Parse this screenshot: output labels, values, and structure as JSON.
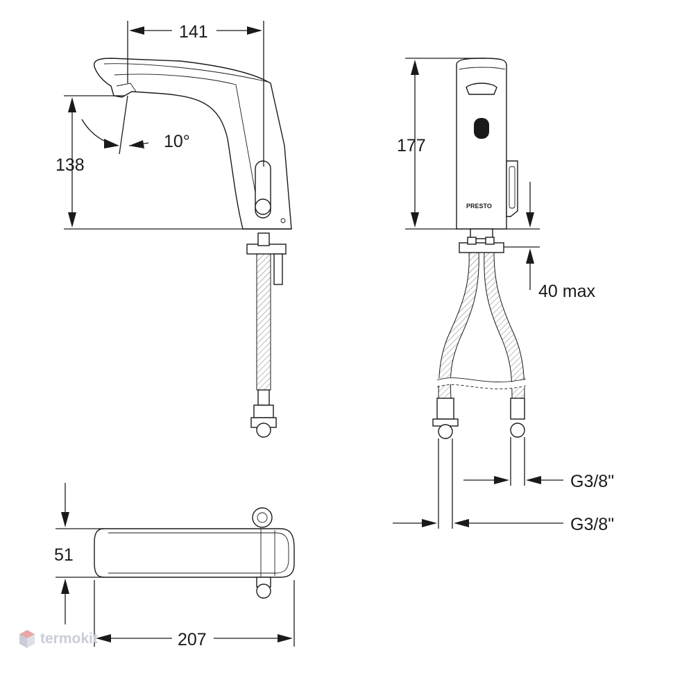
{
  "dimensions": {
    "spout_reach": "141",
    "spout_height": "138",
    "spout_angle": "10°",
    "overall_height": "177",
    "mounting_thickness": "40 max",
    "hose_thread_inner": "G3/8\"",
    "hose_thread_outer": "G3/8\"",
    "body_width": "51",
    "body_length": "207"
  },
  "labels": {
    "brand_mark": "PRESTO"
  },
  "watermark": {
    "text": "termokit",
    "color": "#c9cdd6"
  }
}
